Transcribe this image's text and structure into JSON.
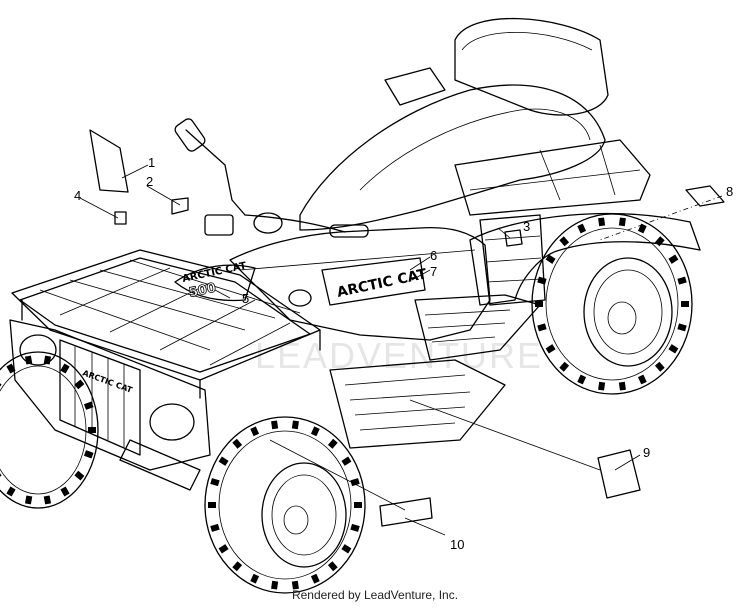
{
  "brand": {
    "decal_text": "ARCTIC CAT",
    "model_text": "500",
    "grille_text": "ARCTIC CAT"
  },
  "watermark": "LEADVENTURE",
  "callouts": [
    "1",
    "2",
    "3",
    "4",
    "5",
    "6",
    "7",
    "8",
    "9",
    "10"
  ],
  "footer": "Rendered by LeadVenture, Inc."
}
